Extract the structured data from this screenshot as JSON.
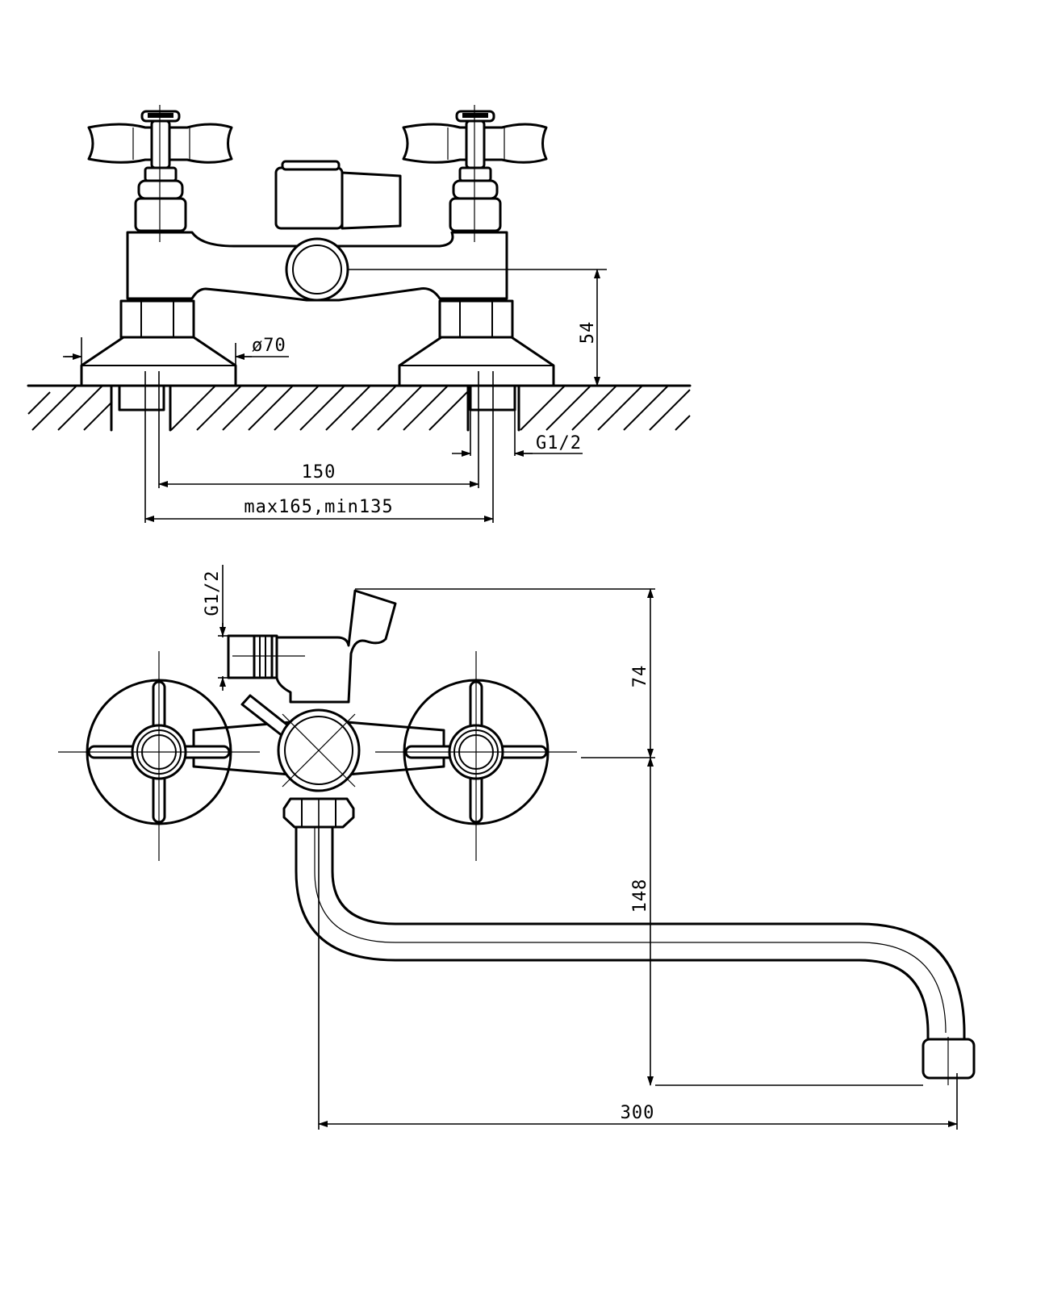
{
  "dimensions": {
    "flange_diameter": "ø70",
    "outlet_height": "54",
    "thread_bottom": "G1/2",
    "center_distance": "150",
    "adjust_range": "max165,min135",
    "thread_side": "G1/2",
    "height_upper": "74",
    "height_lower": "148",
    "spout_reach": "300"
  }
}
